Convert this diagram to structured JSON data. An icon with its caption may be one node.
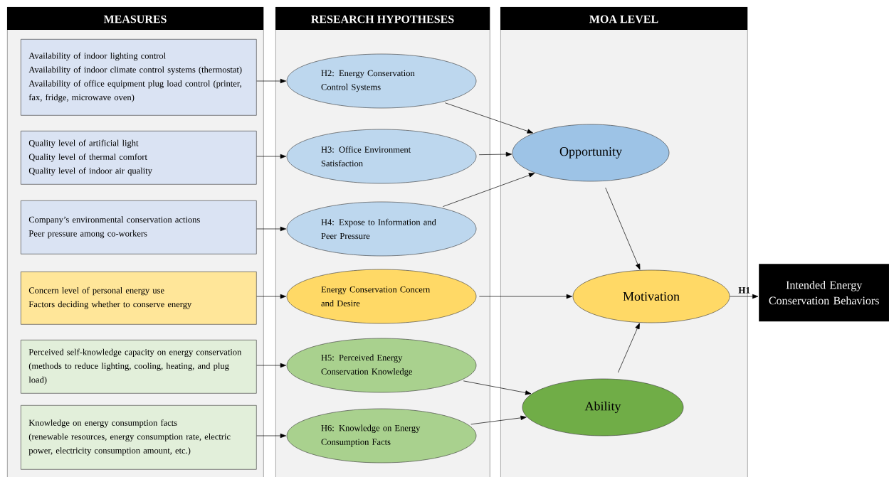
{
  "diagram": {
    "nodes": [
      {
        "text": [
          "MEASURES"
        ]
      },
      {
        "text": [
          "RESEARCH HYPOTHESES"
        ]
      },
      {
        "text": [
          "MOA LEVEL"
        ]
      },
      {
        "text": [
          "Availability of indoor lighting control",
          "Availability of indoor climate control systems (thermostat)",
          "Availability of office equipment plug load control (printer, fax, fridge, microwave oven)"
        ],
        "in": 0
      },
      {
        "text": [
          "Quality level of artificial light",
          "Quality level of thermal comfort",
          "Quality level of indoor air quality"
        ],
        "in": 0
      },
      {
        "text": [
          "Company’s environmental conservation actions",
          "Peer pressure among co-workers"
        ],
        "in": 0
      },
      {
        "text": [
          "Concern level of personal energy use",
          "Factors deciding whether to conserve energy"
        ],
        "in": 0
      },
      {
        "text": [
          "Perceived self-knowledge capacity on energy conservation (methods to reduce lighting, cooling, heating, and plug load)"
        ],
        "in": 0
      },
      {
        "text": [
          "Knowledge on energy consumption facts",
          "(renewable resources, energy consumption rate, electric power, electricity consumption amount, etc.)"
        ],
        "in": 0
      },
      {
        "text": [
          "H2: Energy Conservation Control Systems"
        ],
        "in": 1
      },
      {
        "text": [
          "H3: Office Environment Satisfaction"
        ],
        "in": 1
      },
      {
        "text": [
          "H4: Expose to Information and Peer Pressure"
        ],
        "in": 1
      },
      {
        "text": [
          "Energy Conservation Concern and Desire"
        ],
        "in": 1
      },
      {
        "text": [
          "H5: Perceived Energy Conservation Knowledge"
        ],
        "in": 1
      },
      {
        "text": [
          "H6: Knowledge on Energy Consumption Facts"
        ],
        "in": 1
      },
      {
        "text": [
          "Opportunity"
        ],
        "in": 2
      },
      {
        "text": [
          "Motivation"
        ],
        "in": 2
      },
      {
        "text": [
          "Ability"
        ],
        "in": 2
      },
      {
        "text": [
          "Intended Energy Conservation Behaviors"
        ]
      }
    ],
    "edges": [
      {
        "from": 3,
        "to": 9,
        "arrow": "to"
      },
      {
        "from": 4,
        "to": 10,
        "arrow": "to"
      },
      {
        "from": 5,
        "to": 11,
        "arrow": "to"
      },
      {
        "from": 6,
        "to": 12,
        "arrow": "to"
      },
      {
        "from": 7,
        "to": 13,
        "arrow": "to"
      },
      {
        "from": 8,
        "to": 14,
        "arrow": "to"
      },
      {
        "from": 9,
        "to": 15,
        "arrow": "to"
      },
      {
        "from": 10,
        "to": 15,
        "arrow": "to"
      },
      {
        "from": 11,
        "to": 15,
        "arrow": "to"
      },
      {
        "from": 12,
        "to": 16,
        "arrow": "to"
      },
      {
        "from": 13,
        "to": 17,
        "arrow": "to"
      },
      {
        "from": 14,
        "to": 17,
        "arrow": "to"
      },
      {
        "from": 15,
        "to": 16,
        "arrow": "to"
      },
      {
        "from": 17,
        "to": 16,
        "arrow": "to"
      },
      {
        "from": 16,
        "to": 18,
        "arrow": "to",
        "label": "H1"
      }
    ]
  }
}
